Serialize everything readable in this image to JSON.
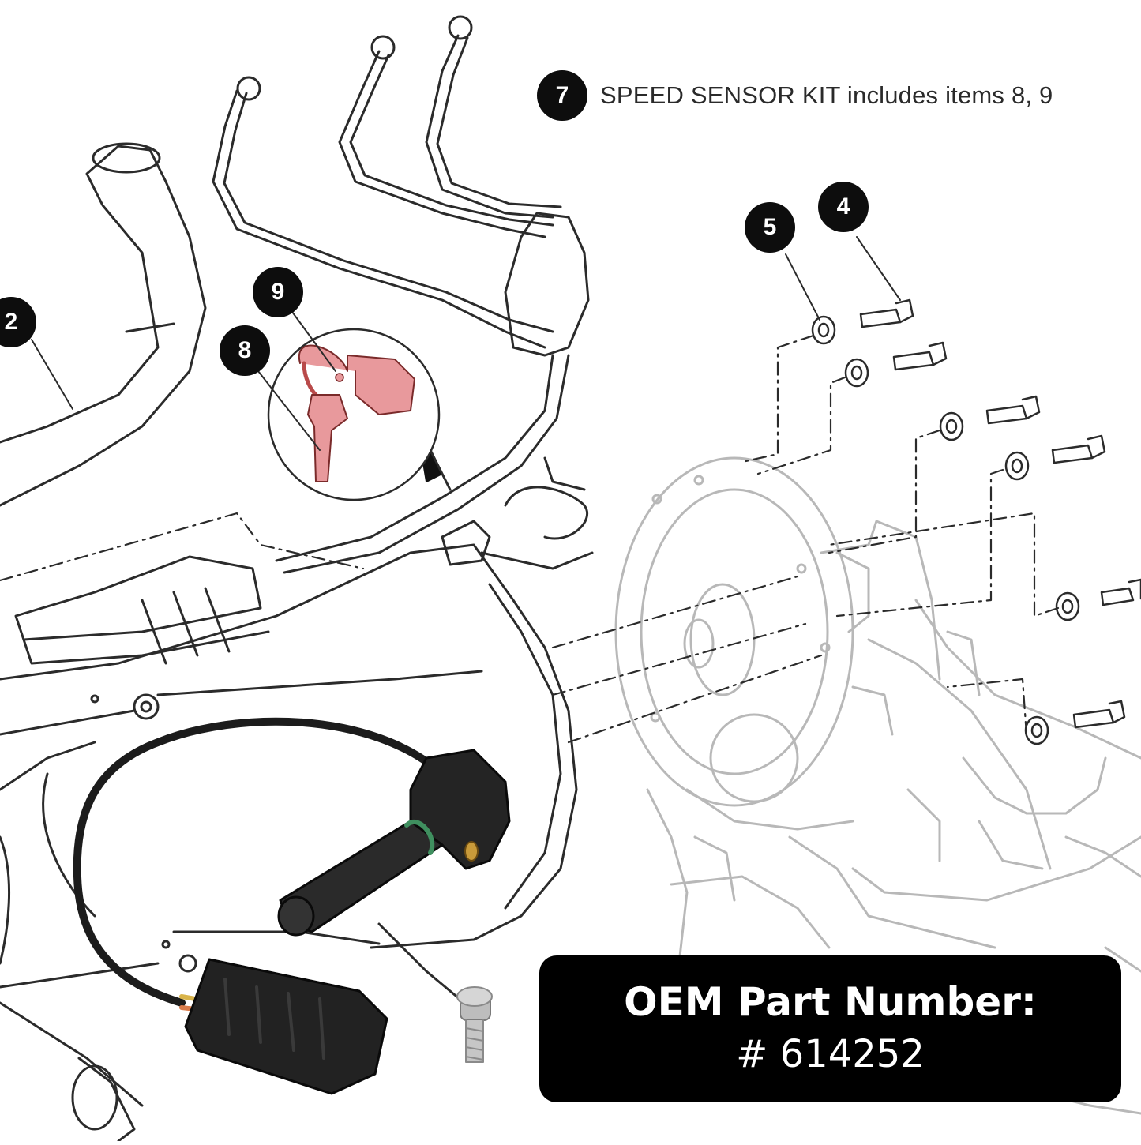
{
  "kit_note": {
    "callout": "7",
    "text": "SPEED SENSOR KIT includes items 8, 9"
  },
  "callouts": [
    "2",
    "4",
    "5",
    "8",
    "9"
  ],
  "oem": {
    "label": "OEM Part Number:",
    "number": "# 614252"
  },
  "colors": {
    "line_art": "#2b2b2b",
    "faded_line_art": "#b8b8b8",
    "highlight_part": "#e07a7a",
    "sensor_body": "#222222",
    "oem_box": "#000000",
    "oem_text": "#ffffff"
  }
}
